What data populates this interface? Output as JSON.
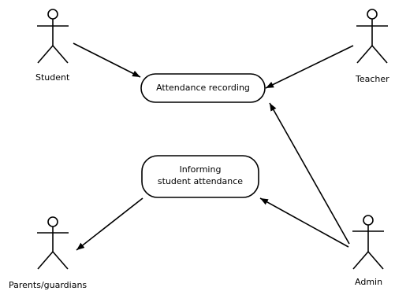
{
  "actors": {
    "student": "Student",
    "teacher": "Teacher",
    "parents": "Parents/guardians",
    "admin": "Admin"
  },
  "use_cases": {
    "attendance_recording": "Attendance recording",
    "informing_line1": "Informing",
    "informing_line2": "student attendance"
  }
}
